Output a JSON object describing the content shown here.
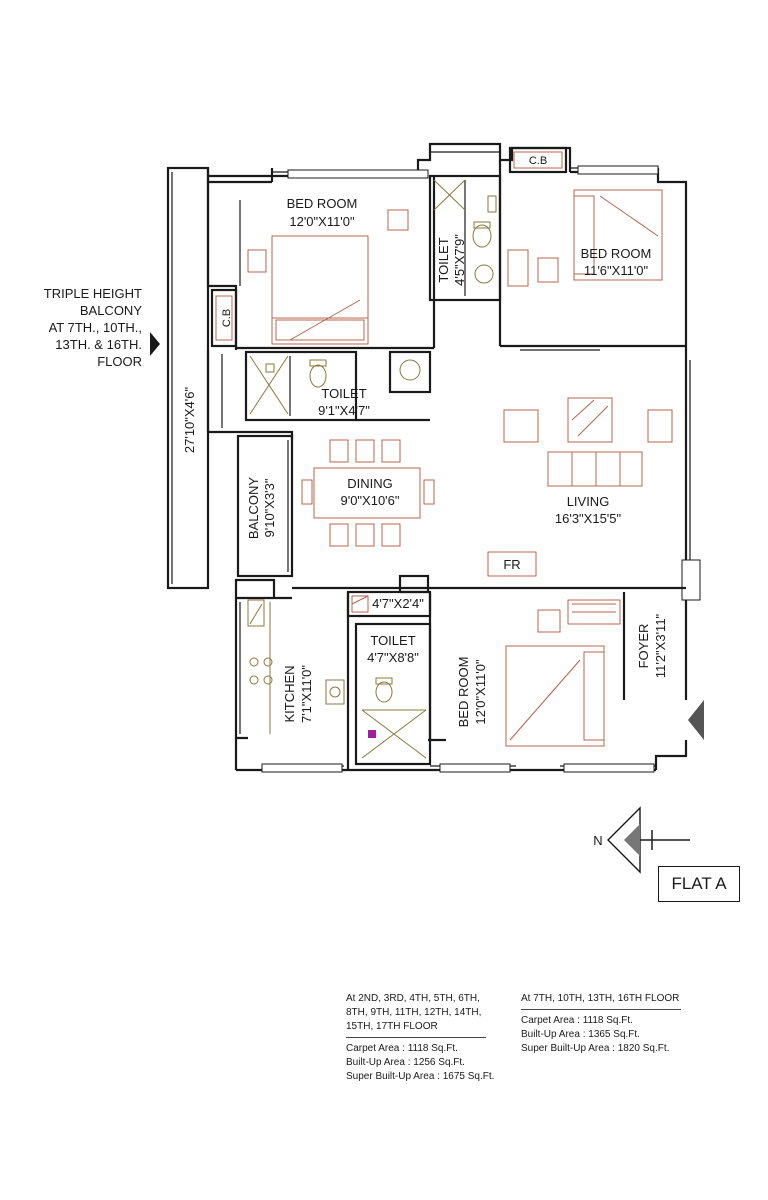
{
  "balcony_note": {
    "lines": [
      "TRIPLE HEIGHT",
      "BALCONY",
      "AT 7TH., 10TH.,",
      "13TH. & 16TH.",
      "FLOOR"
    ]
  },
  "rooms": {
    "bed_room_1": {
      "name": "BED ROOM",
      "size": "12'0\"X11'0\""
    },
    "bed_room_2": {
      "name": "BED ROOM",
      "size": "11'6\"X11'0\""
    },
    "bed_room_3": {
      "name": "BED ROOM",
      "size": "12'0\"X11'0\""
    },
    "toilet_1": {
      "name": "TOILET",
      "size": "4'5\"X7'9\""
    },
    "toilet_2": {
      "name": "TOILET",
      "size": "9'1\"X4'7\""
    },
    "toilet_3": {
      "name": "TOILET",
      "size": "4'7\"X8'8\""
    },
    "dining": {
      "name": "DINING",
      "size": "9'0\"X10'6\""
    },
    "living": {
      "name": "LIVING",
      "size": "16'3\"X15'5\""
    },
    "balcony": {
      "name": "BALCONY",
      "size": "9'10\"X3'3\""
    },
    "kitchen": {
      "name": "KITCHEN",
      "size": "7'1\"X11'0\""
    },
    "foyer": {
      "name": "FOYER",
      "size": "11'2\"X3'11\""
    },
    "store": {
      "size": "4'7\"X2'4\""
    },
    "triple_balcony": {
      "size": "27'10\"X4'6\""
    }
  },
  "labels": {
    "cb_top": "C.B",
    "cb_left": "C.B",
    "fr": "FR",
    "north": "N",
    "flat": "FLAT A"
  },
  "areas": {
    "group_a": {
      "floors": [
        "At 2ND, 3RD, 4TH, 5TH, 6TH,",
        "8TH, 9TH, 11TH, 12TH, 14TH,",
        "15TH, 17TH FLOOR"
      ],
      "carpet": "Carpet Area : 1118 Sq.Ft.",
      "built_up": "Built-Up Area : 1256 Sq.Ft.",
      "super_built_up": "Super Built-Up Area : 1675 Sq.Ft."
    },
    "group_b": {
      "floors": [
        "At 7TH, 10TH, 13TH, 16TH FLOOR"
      ],
      "carpet": "Carpet Area : 1118 Sq.Ft.",
      "built_up": "Built-Up Area : 1365 Sq.Ft.",
      "super_built_up": "Super Built-Up Area : 1820 Sq.Ft."
    }
  },
  "colors": {
    "wall": "#1a1a1a",
    "furniture": "#b5654d",
    "fixture": "#8a7a3a"
  }
}
